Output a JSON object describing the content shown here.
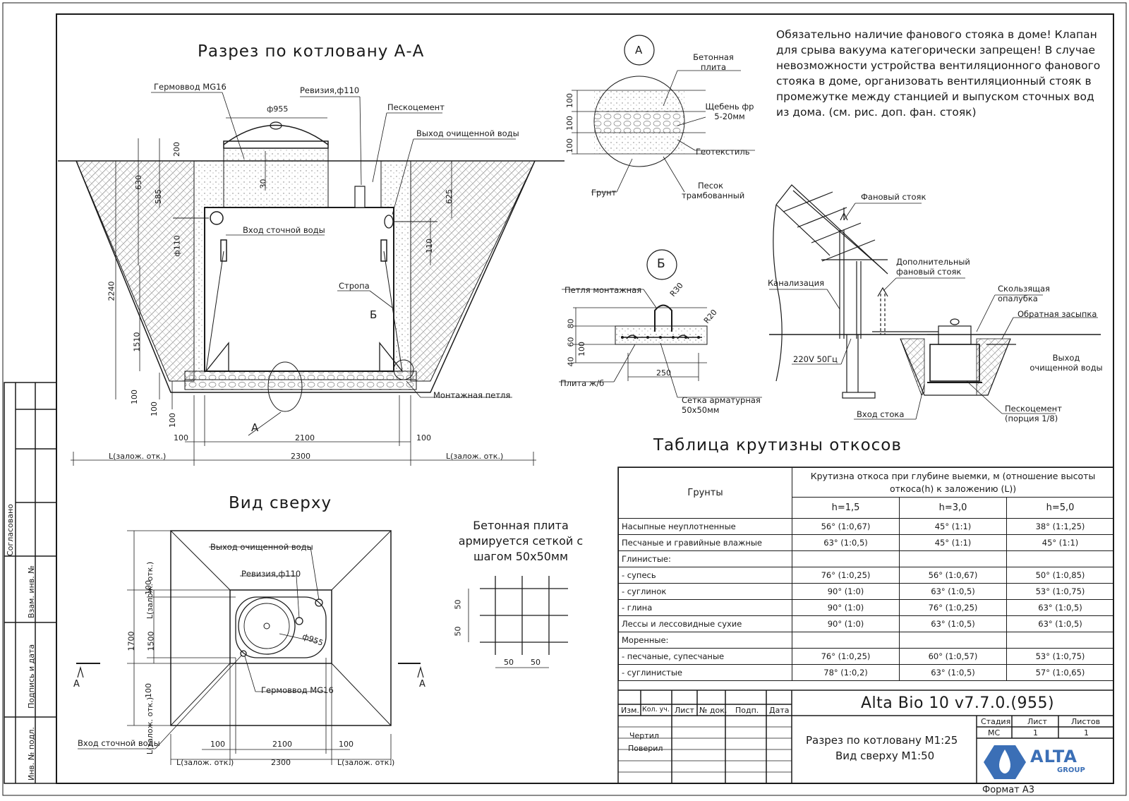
{
  "section_view": {
    "title": "Разрез по котловану А-А",
    "labels": {
      "germovvod": "Гермоввод MG16",
      "revision": "Ревизия,ф110",
      "peskocement": "Пескоцемент",
      "outlet": "Выход очищенной воды",
      "inlet": "Вход сточной воды",
      "stropa": "Стропа",
      "montazh_loop": "Монтажная петля",
      "marker_a": "А",
      "marker_b": "Б"
    },
    "dims": {
      "d955": "ф955",
      "d110": "ф110",
      "h200": "200",
      "h630": "630",
      "h585": "585",
      "h30": "30",
      "h625": "625",
      "h110": "110",
      "h2240": "2240",
      "h1510": "1510",
      "h100a": "100",
      "h100b": "100",
      "h100c": "100",
      "w100l": "100",
      "w2100": "2100",
      "w100r": "100",
      "w2300": "2300",
      "l_left": "L(залож. отк.)",
      "l_right": "L(залож. отк.)"
    }
  },
  "detail_a": {
    "marker": "А",
    "labels": {
      "slab": "Бетонная плита",
      "gravel": "Щебень фр 5-20мм",
      "geotextile": "Геотекстиль",
      "ground": "Грунт",
      "sand": "Песок трамбованный"
    },
    "dims": [
      "100",
      "100",
      "100"
    ]
  },
  "detail_b": {
    "marker": "Б",
    "labels": {
      "loop": "Петля монтажная",
      "slab": "Плита ж/б",
      "mesh": "Сетка арматурная 50x50мм"
    },
    "dims": {
      "r30": "R30",
      "r20": "R20",
      "h80": "80",
      "h60": "60",
      "h40": "40",
      "h100": "100",
      "w250": "250"
    }
  },
  "notes": "Обязательно наличие фанового стояка в доме! Клапан для срыва вакуума категорически запрещен! В случае невозможности устройства вентиляционного фанового стояка в доме, организовать вентиляционный стояк в промежутке между станцией и выпуском сточных вод из дома. (см. рис. доп. фан. стояк)",
  "house_scheme": {
    "labels": {
      "fan_riser": "Фановый стояк",
      "extra_riser": "Дополнительный фановый стояк",
      "sewer": "Канализация",
      "sliding_formwork": "Скользящая опалубка",
      "backfill": "Обратная засыпка",
      "power": "220V 50Гц",
      "outlet": "Выход очищенной воды",
      "inlet": "Вход стока",
      "peskocement": "Пескоцемент (порция 1/8)"
    }
  },
  "top_view": {
    "title": "Вид сверху",
    "labels": {
      "outlet": "Выход очищенной воды",
      "revision": "Ревизия,ф110",
      "d955": "ф955",
      "germovvod": "Гермоввод MG16",
      "inlet": "Вход сточной воды",
      "a_left": "А",
      "a_right": "А"
    },
    "dims": {
      "v_l_top": "L(залож. отк.)",
      "v100a": "100",
      "v1700": "1700",
      "v1500": "1500",
      "v100b": "100",
      "v_l_bot": "L(залож. отк.)",
      "w100l": "100",
      "w2100": "2100",
      "w100r": "100",
      "w2300": "2300",
      "l_left": "L(залож. отк.)",
      "l_right": "L(залож. отк.)"
    }
  },
  "mesh_detail": {
    "note": "Бетонная плита армируется сеткой с шагом 50x50мм",
    "dims": [
      "50",
      "50",
      "50",
      "50"
    ]
  },
  "slope_table": {
    "title": "Таблица крутизны откосов",
    "col_soil": "Грунты",
    "col_group": "Крутизна откоса при глубине выемки, м (отношение высоты откоса(h) к заложению (L))",
    "depths": [
      "h=1,5",
      "h=3,0",
      "h=5,0"
    ],
    "rows": [
      {
        "soil": "Насыпные неуплотненные",
        "v": [
          "56° (1:0,67)",
          "45° (1:1)",
          "38° (1:1,25)"
        ]
      },
      {
        "soil": "Песчаные и гравийные влажные",
        "v": [
          "63° (1:0,5)",
          "45° (1:1)",
          "45° (1:1)"
        ]
      },
      {
        "soil": "Глинистые:",
        "v": [
          "",
          "",
          ""
        ]
      },
      {
        "soil": "- супесь",
        "v": [
          "76° (1:0,25)",
          "56° (1:0,67)",
          "50° (1:0,85)"
        ]
      },
      {
        "soil": "- суглинок",
        "v": [
          "90° (1:0)",
          "63° (1:0,5)",
          "53° (1:0,75)"
        ]
      },
      {
        "soil": "- глина",
        "v": [
          "90° (1:0)",
          "76° (1:0,25)",
          "63° (1:0,5)"
        ]
      },
      {
        "soil": "Лессы и лессовидные сухие",
        "v": [
          "90° (1:0)",
          "63° (1:0,5)",
          "63° (1:0,5)"
        ]
      },
      {
        "soil": "Моренные:",
        "v": [
          "",
          "",
          ""
        ]
      },
      {
        "soil": "- песчаные, супесчаные",
        "v": [
          "76° (1:0,25)",
          "60° (1:0,57)",
          "53° (1:0,75)"
        ]
      },
      {
        "soil": "- суглинистые",
        "v": [
          "78° (1:0,2)",
          "63° (1:0,5)",
          "57° (1:0,65)"
        ]
      }
    ]
  },
  "stamp": {
    "product": "Alta Bio 10 v7.7.0.(955)",
    "cols": [
      "Изм.",
      "Кол. уч.",
      "Лист",
      "№ док.",
      "Подп.",
      "Дата"
    ],
    "drawn": "Чертил",
    "checked": "Поверил",
    "sheet_title_1": "Разрез по котловану М1:25",
    "sheet_title_2": "Вид сверху М1:50",
    "stage_label": "Стадия",
    "sheet_label": "Лист",
    "sheets_label": "Листов",
    "stage": "МС",
    "sheet": "1",
    "sheets": "1",
    "logo": "ALTA",
    "logo_sub": "GROUP",
    "format": "Формат А3"
  },
  "side_strip": {
    "approved": "Согласовано",
    "inv_zam": "Взам. инв. №",
    "sign_date": "Подпись и дата",
    "inv_podl": "Инв. № подл."
  },
  "colors": {
    "line": "#1a1a1a",
    "logo_blue": "#3b6fb6"
  }
}
